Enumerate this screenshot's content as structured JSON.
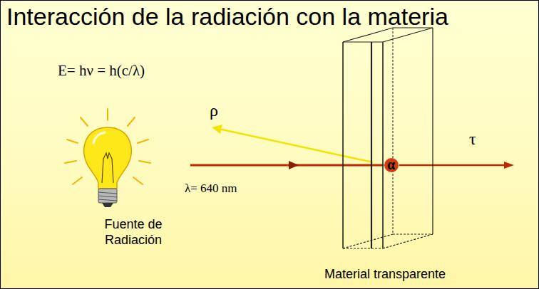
{
  "diagram": {
    "title": "Interacción de la radiación con la materia",
    "nodes": [
      {
        "text": [
          "Material transparente"
        ]
      },
      {
        "text": [
          "α"
        ],
        "in": 0
      }
    ],
    "labels": [
      "E= hν = h(c/λ)",
      "ρ",
      "λ= 640 nm",
      "Fuente de Radiación",
      "τ"
    ]
  }
}
